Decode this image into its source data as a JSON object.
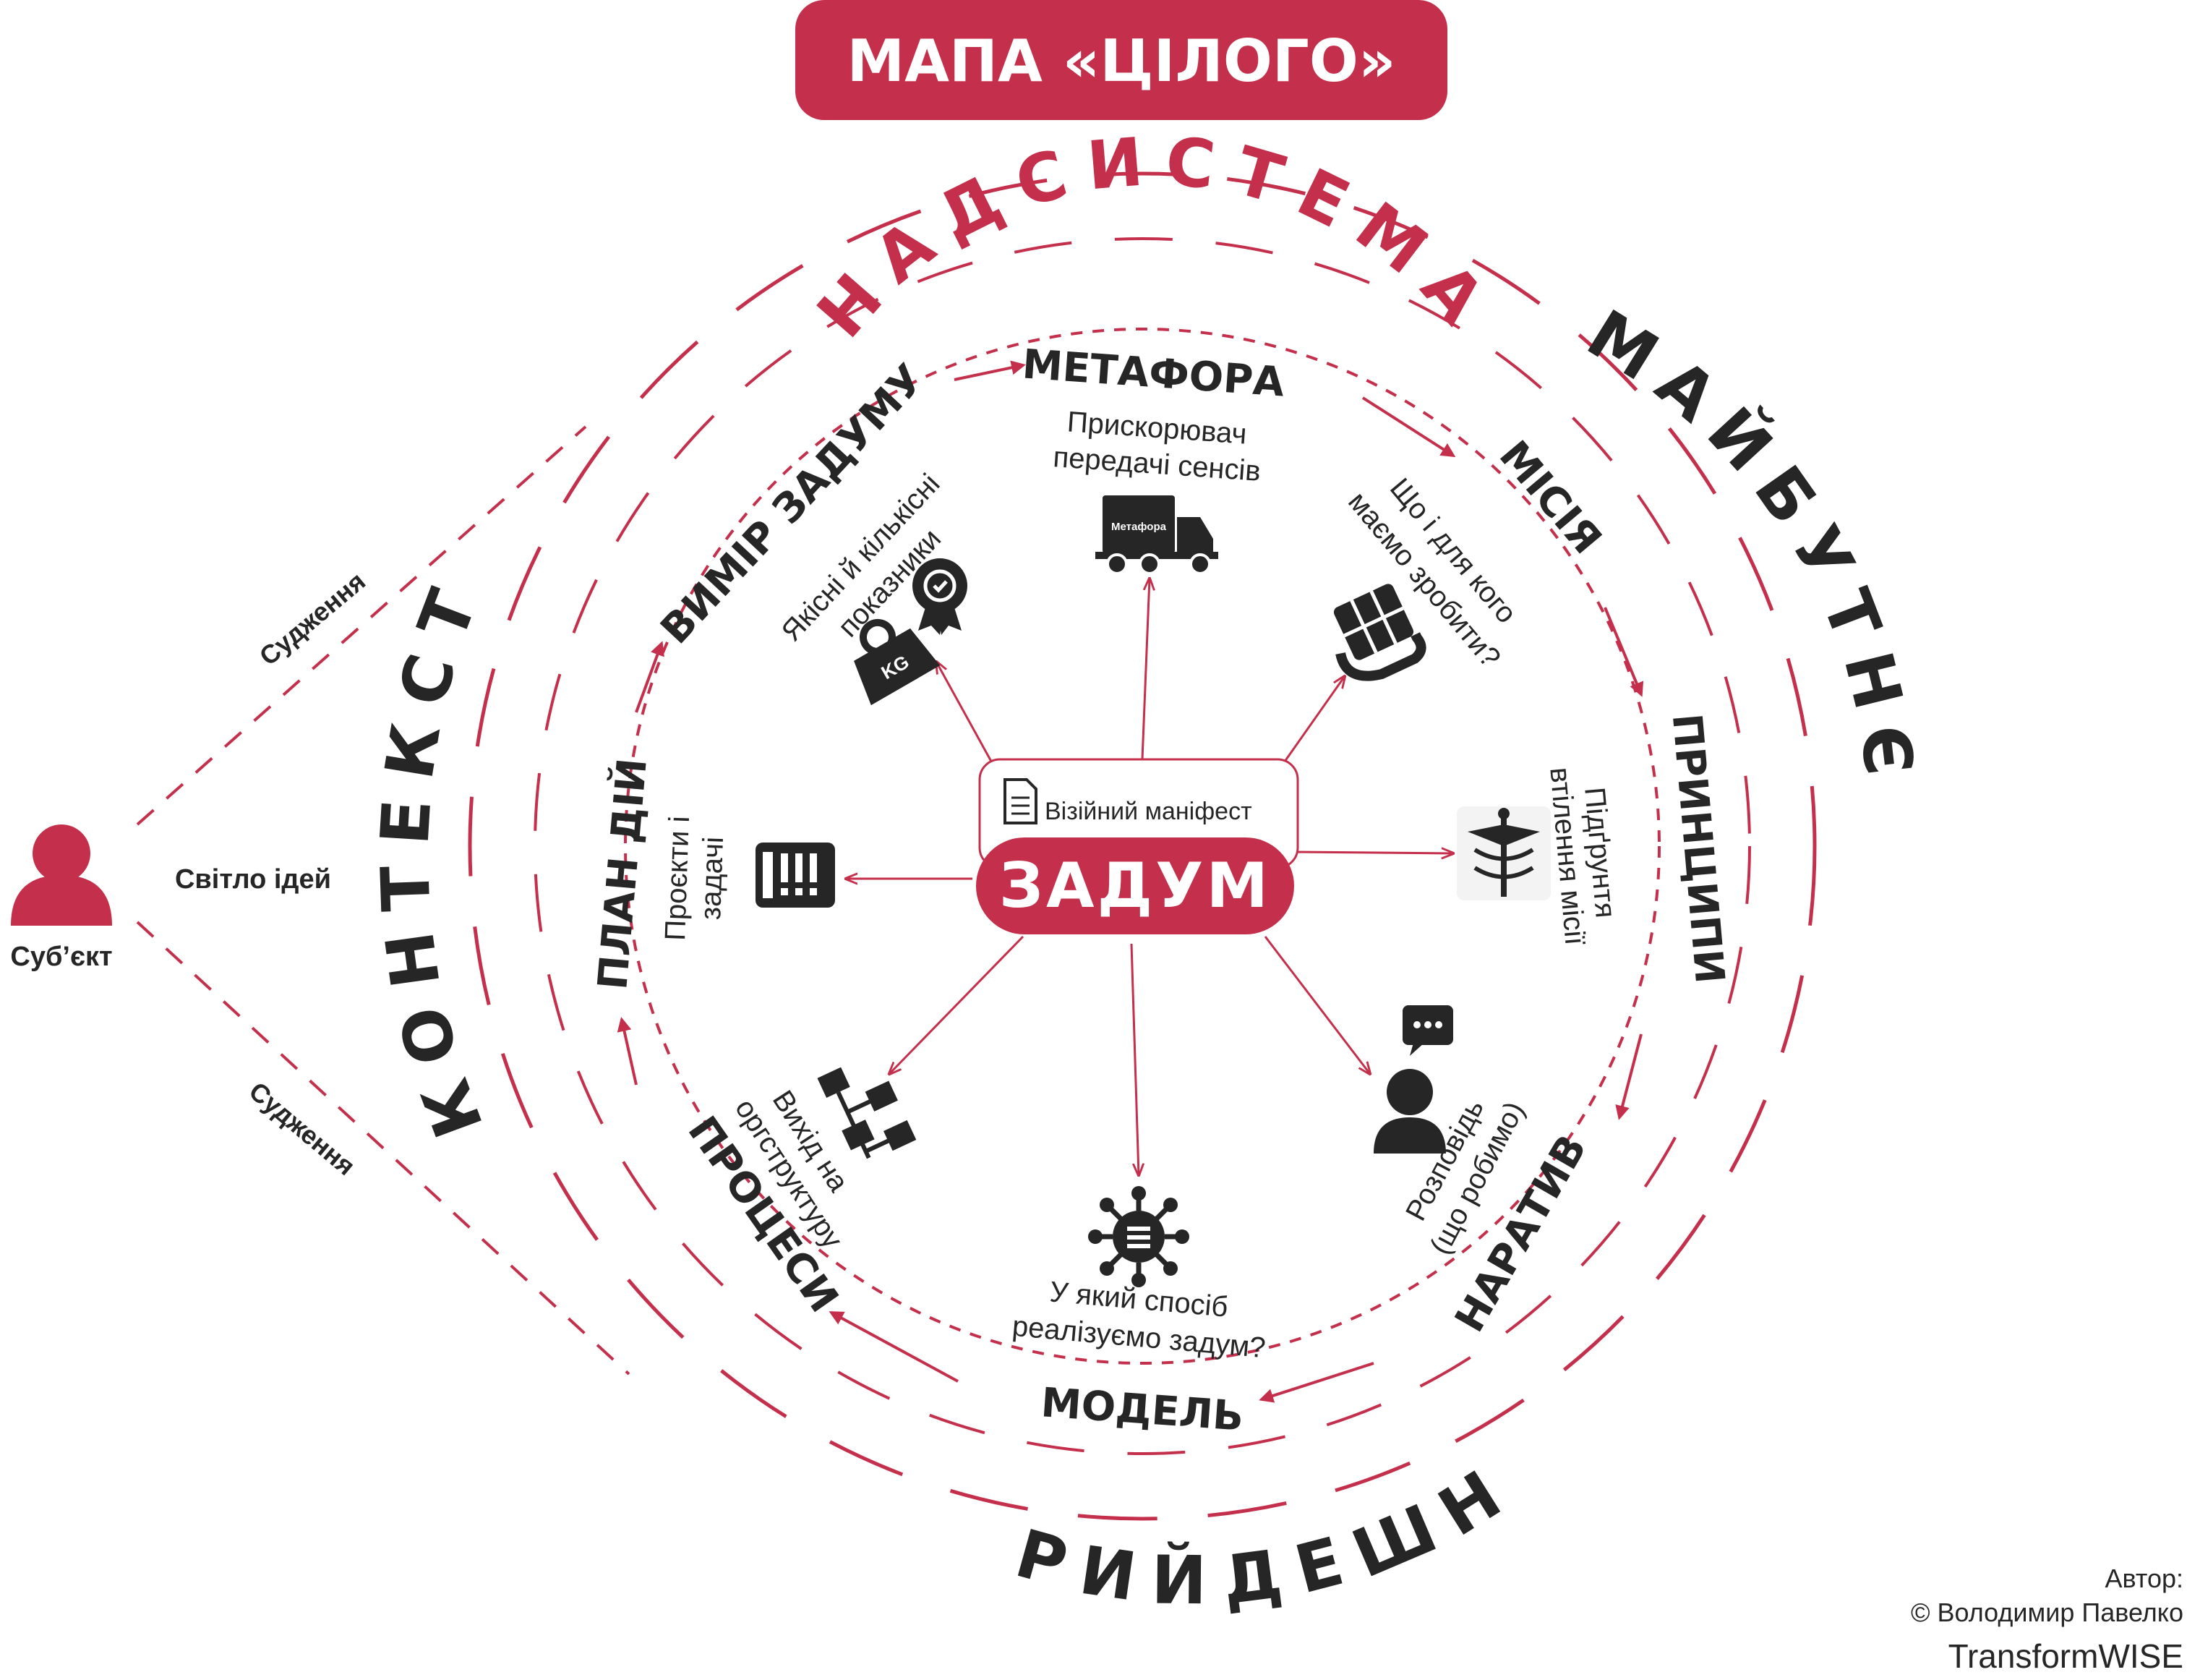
{
  "title": "МАПА «ЦІЛОГО»",
  "center": {
    "label": "ЗАДУМ",
    "subtitle": "Візійний маніфест"
  },
  "rings": {
    "inner_label": "НАДСИСТЕМА",
    "outer_top_right": "МАЙБУТНЄ",
    "outer_bottom": "ПРИЙДЕШНЄ",
    "left": "КОНТЕКСТ"
  },
  "subject": {
    "label": "Суб’єкт",
    "ray_center": "Світло ідей",
    "ray_upper": "Судження",
    "ray_lower": "Судження"
  },
  "nodes": [
    {
      "id": "metaphora",
      "title": "МЕТАФОРА",
      "desc": [
        "Прискорювач",
        "передачі сенсів"
      ],
      "icon": "truck-icon",
      "icon_text": "Метафора"
    },
    {
      "id": "misiya",
      "title": "МІСІЯ",
      "desc": [
        "Що і для кого",
        "маємо зробити?"
      ],
      "icon": "hands-box-icon"
    },
    {
      "id": "pryntsypy",
      "title": "ПРИНЦИПИ",
      "desc": [
        "Підґрунтя",
        "втілення місії"
      ],
      "icon": "caduceus-icon"
    },
    {
      "id": "naratyv",
      "title": "НАРАТИВ",
      "desc": [
        "Розповідь",
        "(що робимо)"
      ],
      "icon": "speaker-chat-icon"
    },
    {
      "id": "model",
      "title": "МОДЕЛЬ",
      "desc": [
        "У який спосіб",
        "реалізуємо задум?"
      ],
      "icon": "network-hub-icon"
    },
    {
      "id": "protsesy",
      "title": "ПРОЦЕСИ",
      "desc": [
        "Вихід на",
        "оргструктуру"
      ],
      "icon": "org-chart-icon"
    },
    {
      "id": "plan",
      "title": "ПЛАН ДІЙ",
      "desc": [
        "Проєкти і",
        "задачі"
      ],
      "icon": "task-board-icon"
    },
    {
      "id": "vymir",
      "title": "ВИМІР ЗАДУМУ",
      "desc": [
        "Якісні й кількісні",
        "показники"
      ],
      "icon": "weight-badge-icon",
      "icon_text": "KG"
    }
  ],
  "author": {
    "label": "Автор:",
    "name": "© Володимир Павелко",
    "brand": "TransformWISE"
  },
  "colors": {
    "accent": "#c4304c",
    "dark": "#262626",
    "background": "#ffffff"
  }
}
